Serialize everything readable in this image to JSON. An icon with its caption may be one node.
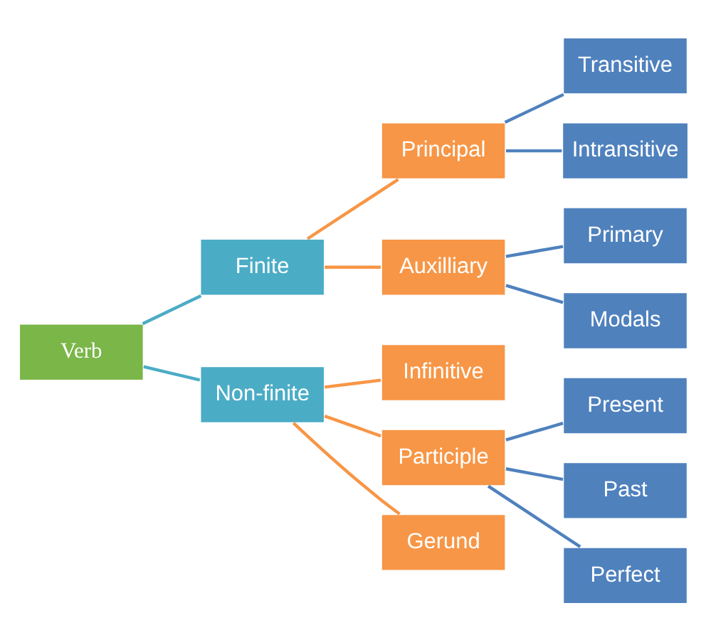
{
  "diagram": {
    "nodes": [
      {
        "text": [
          "Verb"
        ]
      },
      {
        "text": [
          "Finite"
        ]
      },
      {
        "text": [
          "Non-finite"
        ]
      },
      {
        "text": [
          "Principal"
        ]
      },
      {
        "text": [
          "Auxilliary"
        ]
      },
      {
        "text": [
          "Infinitive"
        ]
      },
      {
        "text": [
          "Participle"
        ]
      },
      {
        "text": [
          "Gerund"
        ]
      },
      {
        "text": [
          "Transitive"
        ]
      },
      {
        "text": [
          "Intransitive"
        ]
      },
      {
        "text": [
          "Primary"
        ]
      },
      {
        "text": [
          "Modals"
        ]
      },
      {
        "text": [
          "Present"
        ]
      },
      {
        "text": [
          "Past"
        ]
      },
      {
        "text": [
          "Perfect"
        ]
      }
    ],
    "edges": [
      {
        "from": 0,
        "to": 1,
        "arrow": "none",
        "color": "#4bacc6"
      },
      {
        "from": 0,
        "to": 2,
        "arrow": "none",
        "color": "#4bacc6"
      },
      {
        "from": 1,
        "to": 3,
        "arrow": "none",
        "color": "#f79646"
      },
      {
        "from": 1,
        "to": 4,
        "arrow": "none",
        "color": "#f79646"
      },
      {
        "from": 2,
        "to": 5,
        "arrow": "none",
        "color": "#f79646"
      },
      {
        "from": 2,
        "to": 6,
        "arrow": "none",
        "color": "#f79646"
      },
      {
        "from": 2,
        "to": 7,
        "arrow": "none",
        "color": "#f79646"
      },
      {
        "from": 3,
        "to": 8,
        "arrow": "none"
      },
      {
        "from": 3,
        "to": 9,
        "arrow": "none"
      },
      {
        "from": 4,
        "to": 10,
        "arrow": "none"
      },
      {
        "from": 4,
        "to": 11,
        "arrow": "none"
      },
      {
        "from": 6,
        "to": 12,
        "arrow": "none"
      },
      {
        "from": 6,
        "to": 13,
        "arrow": "none"
      },
      {
        "from": 6,
        "to": 14,
        "arrow": "none"
      }
    ]
  }
}
